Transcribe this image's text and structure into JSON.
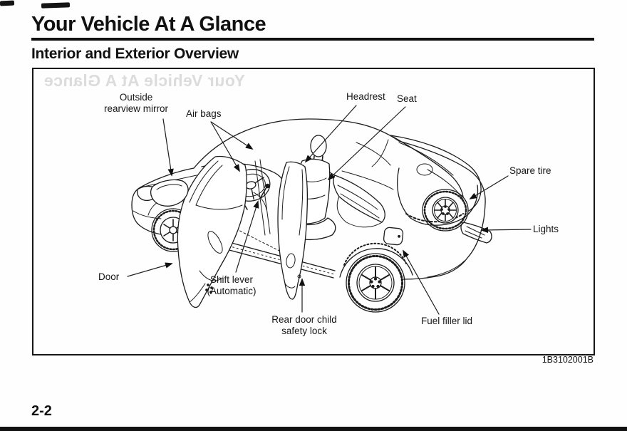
{
  "page": {
    "title": "Your Vehicle At A Glance",
    "section_heading": "Interior and Exterior Overview",
    "ghost_text": "Your Vehicle At A Glance",
    "figure_code": "1B3102001B",
    "page_number": "2-2"
  },
  "diagram": {
    "labels": {
      "outside_rearview_mirror": "Outside\nrearview mirror",
      "air_bags": "Air bags",
      "headrest": "Headrest",
      "seat": "Seat",
      "spare_tire": "Spare tire",
      "lights": "Lights",
      "door": "Door",
      "shift_lever": "Shift lever\n(Automatic)",
      "rear_door_child_safety_lock": "Rear door child\nsafety lock",
      "fuel_filler_lid": "Fuel filler lid"
    },
    "colors": {
      "ink": "#1a1a1a",
      "paper": "#ffffff",
      "ghost": "#c6c6c6"
    }
  }
}
